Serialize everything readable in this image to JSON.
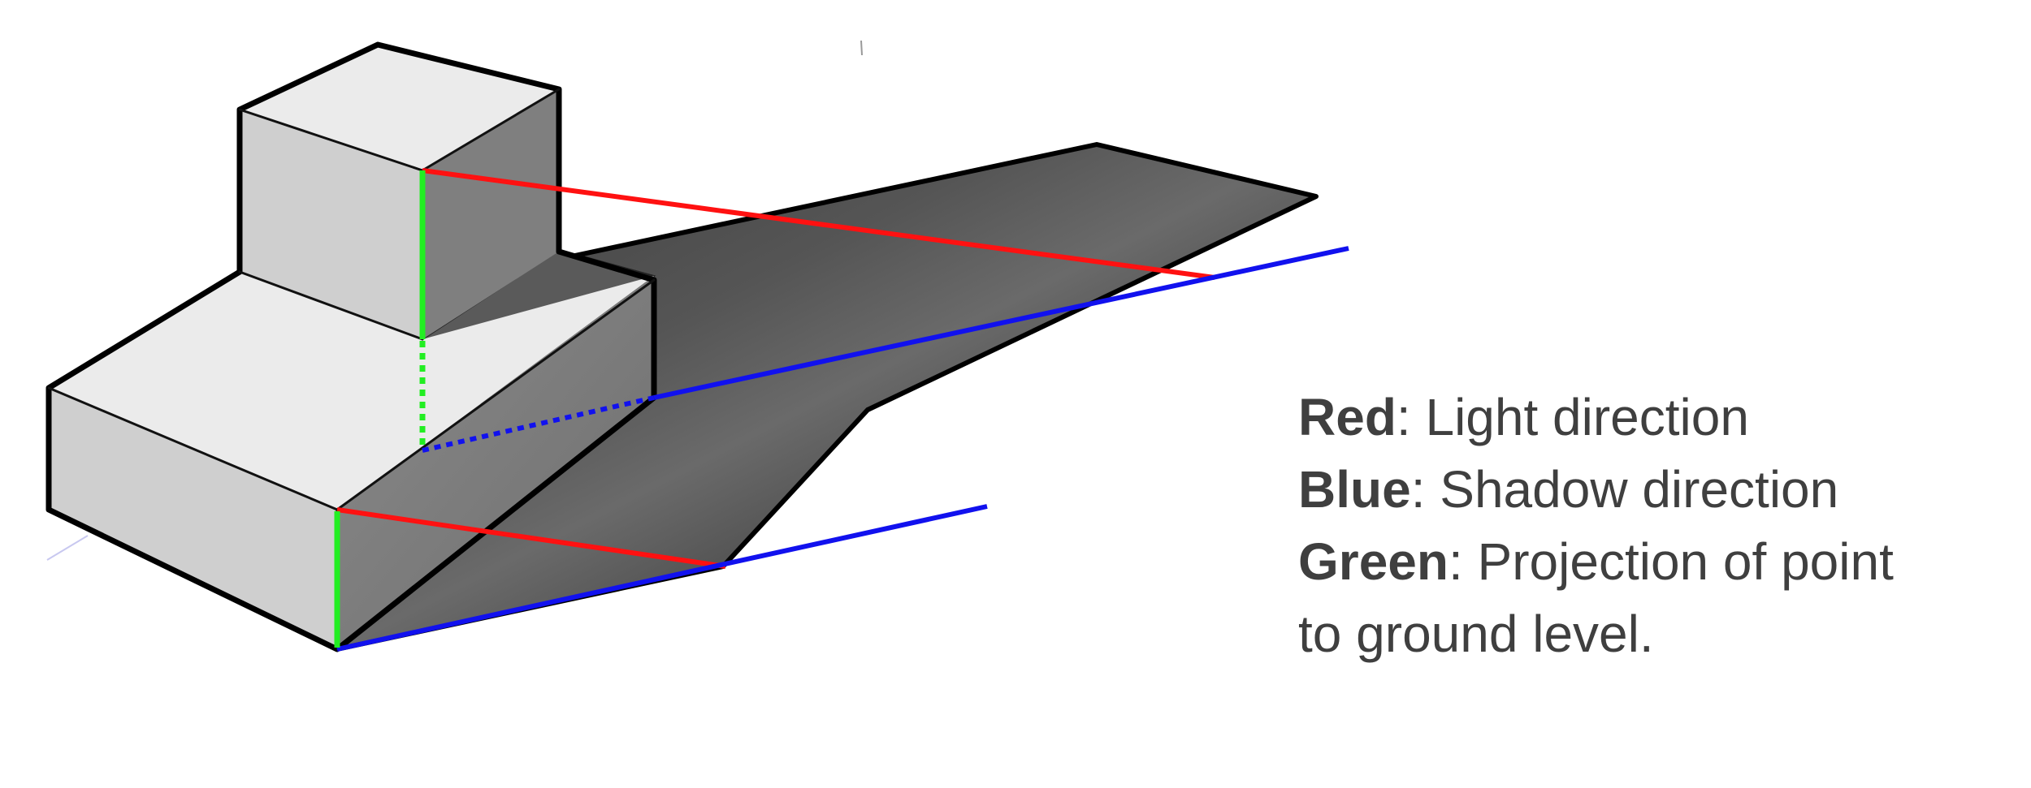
{
  "legend": {
    "red": {
      "key": "Red",
      "text": ": Light direction",
      "color": "#ff0000"
    },
    "blue": {
      "key": "Blue",
      "text": ": Shadow direction",
      "color": "#0000ee"
    },
    "green": {
      "key": "Green",
      "text": ": Projection of point",
      "color": "#22ee22"
    },
    "green_cont": "to ground level."
  }
}
